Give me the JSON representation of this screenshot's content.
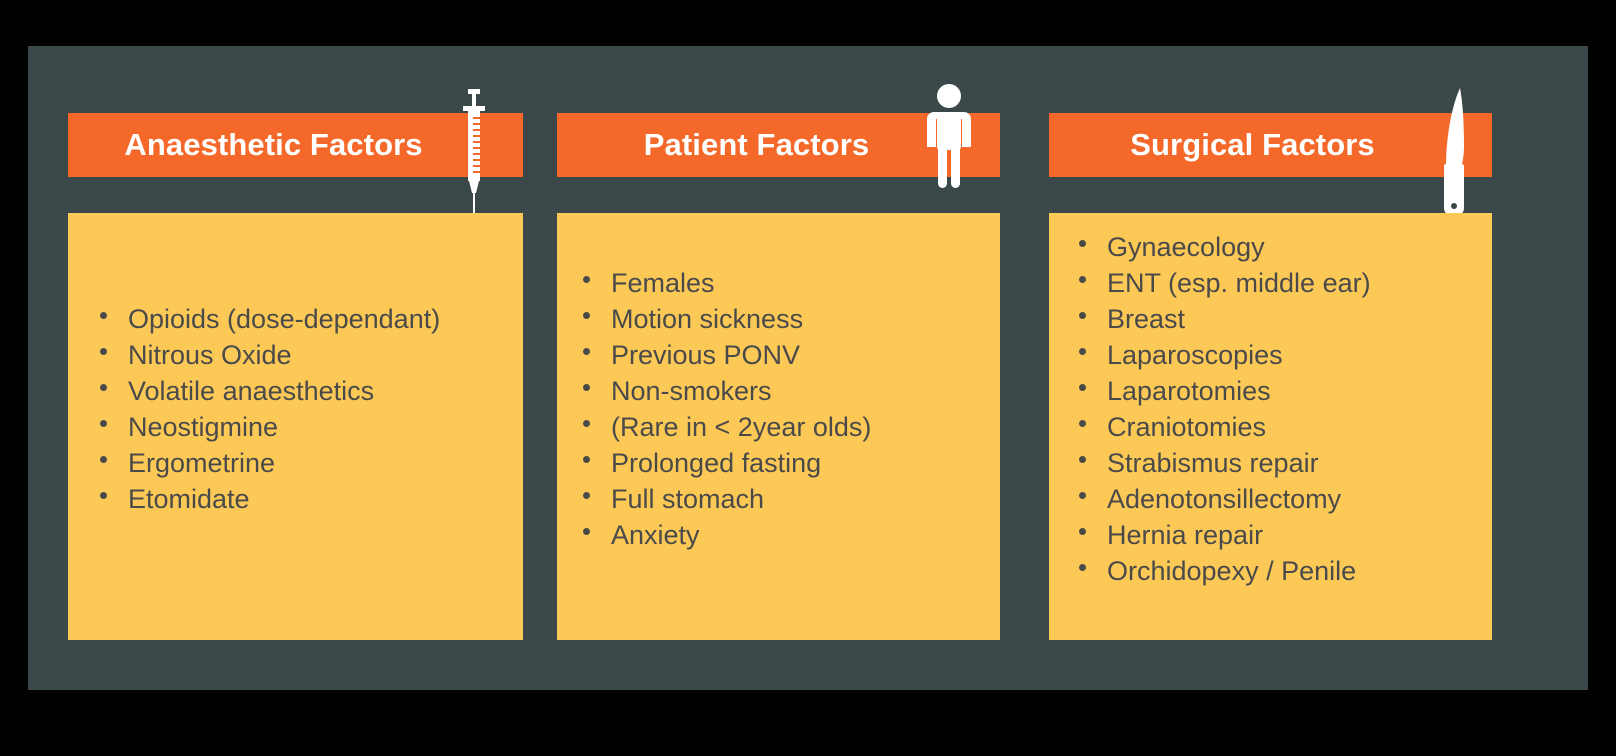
{
  "slide": {
    "background_color": "#3A4849",
    "outer_color": "#000000",
    "accent_color": "#F4692A",
    "panel_color": "#FDC956",
    "text_color": "#4A4A4A",
    "header_text_color": "#FFFFFF"
  },
  "columns": [
    {
      "title": "Anaesthetic Factors",
      "icon": "syringe-icon",
      "items": [
        "Opioids (dose-dependant)",
        "Nitrous Oxide",
        "Volatile anaesthetics",
        "Neostigmine",
        "Ergometrine",
        "Etomidate"
      ]
    },
    {
      "title": "Patient Factors",
      "icon": "person-icon",
      "items": [
        "Females",
        "Motion sickness",
        "Previous PONV",
        "Non-smokers",
        "(Rare in < 2year olds)",
        "Prolonged fasting",
        "Full stomach",
        "Anxiety"
      ]
    },
    {
      "title": "Surgical Factors",
      "icon": "knife-icon",
      "items": [
        "Gynaecology",
        "ENT (esp. middle ear)",
        "Breast",
        "Laparoscopies",
        "Laparotomies",
        "Craniotomies",
        "Strabismus repair",
        "Adenotonsillectomy",
        "Hernia repair",
        "Orchidopexy / Penile"
      ]
    }
  ]
}
